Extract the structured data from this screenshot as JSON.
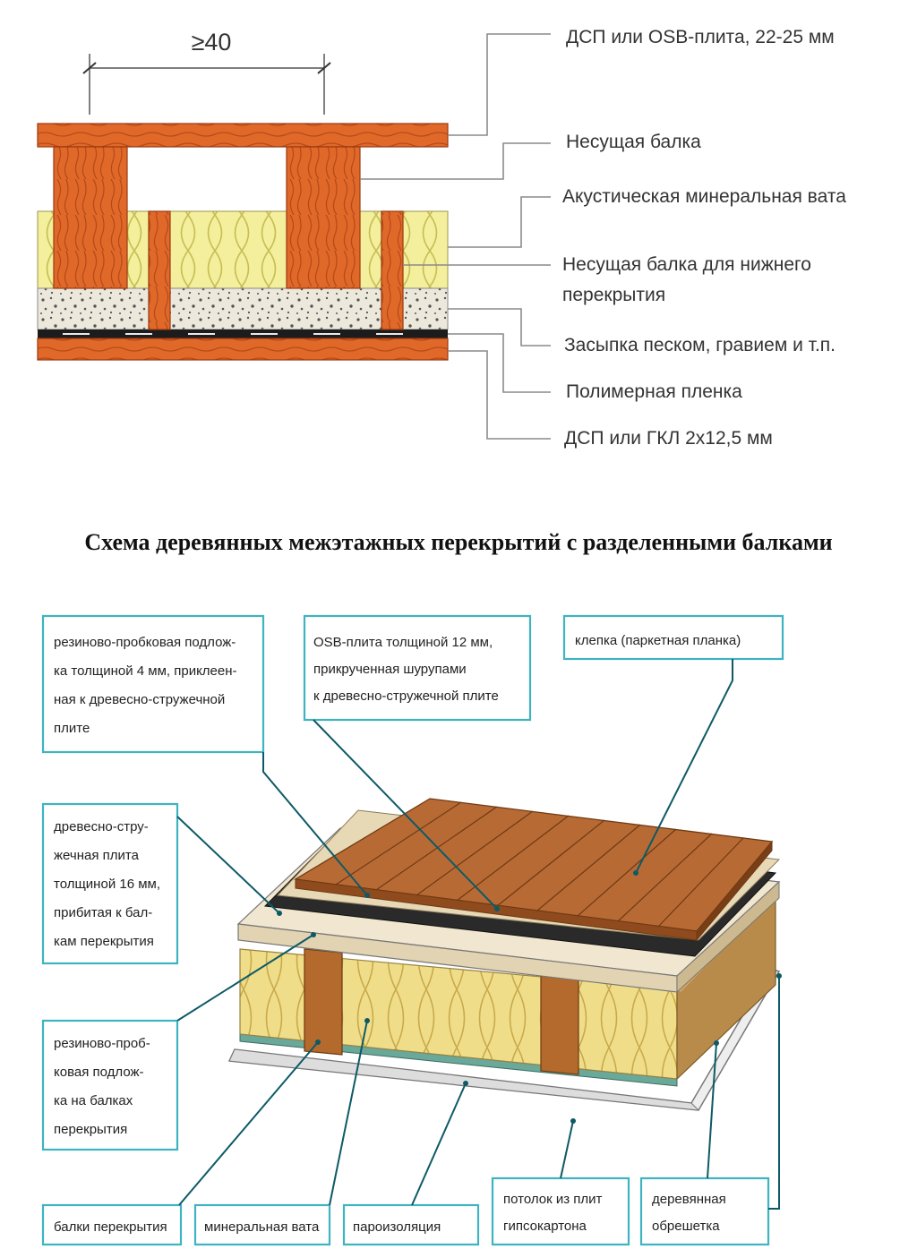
{
  "top_section": {
    "dimension": "≥40",
    "labels": [
      "ДСП или OSB-плита, 22-25 мм",
      "Несущая балка",
      "Акустическая минеральная вата",
      "Несущая балка для нижнего",
      "перекрытия",
      "Засыпка песком, гравием и т.п.",
      "Полимерная пленка",
      "ДСП или ГКЛ 2х12,5 мм"
    ]
  },
  "caption": "Схема деревянных межэтажных перекрытий с разделенными балками",
  "bottom_section": {
    "box_rubber_cork_osb": [
      "резиново-пробковая подлож-",
      "ка толщиной 4 мм, приклеен-",
      "ная к древесно-стружечной",
      "плите"
    ],
    "box_osb": [
      "OSB-плита толщиной 12 мм,",
      "прикрученная шурупами",
      "к древесно-стружечной плите"
    ],
    "box_parquet": [
      "клепка (паркетная планка)"
    ],
    "box_chipboard": [
      "древесно-стру-",
      "жечная плита",
      "толщиной 16 мм,",
      "прибитая к бал-",
      "кам перекрытия"
    ],
    "box_rubber_cork_beams": [
      "резиново-проб-",
      "ковая подлож-",
      "ка на балках",
      "перекрытия"
    ],
    "box_beams": [
      "балки перекрытия"
    ],
    "box_mineral_wool": [
      "минеральная вата"
    ],
    "box_vapor_barrier": [
      "пароизоляция"
    ],
    "box_gypsum_ceiling": [
      "потолок из плит",
      "гипсокартона"
    ],
    "box_wood_battens": [
      "деревянная",
      "обрешетка"
    ]
  },
  "colors": {
    "wood": "#e0692a",
    "wood_dark": "#b84a18",
    "insulation": "#f2ef98",
    "gravel": "#ece8dc",
    "parquet": "#b86a35",
    "box_border": "#3fb3c0",
    "leader": "#0d5a66"
  }
}
